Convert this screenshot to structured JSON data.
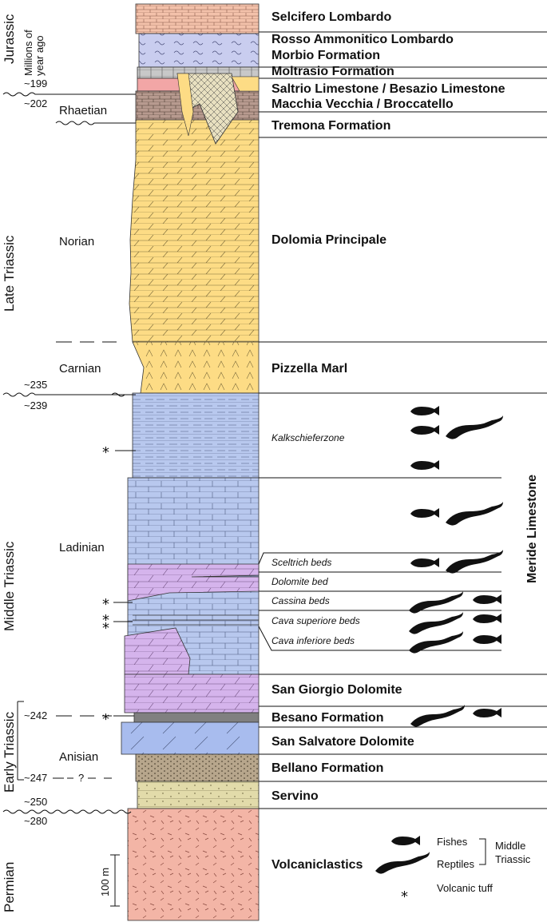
{
  "header": {
    "axis_label_line1": "Millions of",
    "axis_label_line2": "year ago",
    "jurassic": "Jurassic"
  },
  "periods": {
    "late_triassic": "Late Triassic",
    "middle_triassic": "Middle Triassic",
    "early_triassic": "Early Triassic",
    "permian": "Permian"
  },
  "stages": {
    "rhaetian": "Rhaetian",
    "norian": "Norian",
    "carnian": "Carnian",
    "ladinian": "Ladinian",
    "anisian": "Anisian"
  },
  "ages": {
    "a199": "~199",
    "a202": "~202",
    "a235": "~235",
    "a239": "~239",
    "a242": "~242",
    "a247": "~247",
    "a247_query": "?",
    "a250": "~250",
    "a280": "~280"
  },
  "formations": {
    "selcifero": "Selcifero Lombardo",
    "rosso_1": "Rosso Ammonitico Lombardo",
    "rosso_2": "Morbio Formation",
    "moltrasio": "Moltrasio Formation",
    "saltrio": "Saltrio Limestone / Besazio Limestone",
    "macchia": "Macchia Vecchia / Broccatello",
    "tremona": "Tremona Formation",
    "dolomia": "Dolomia Principale",
    "pizzella": "Pizzella Marl",
    "san_giorgio": "San Giorgio Dolomite",
    "besano": "Besano Formation",
    "san_salvatore": "San Salvatore Dolomite",
    "bellano": "Bellano Formation",
    "servino": "Servino",
    "volcaniclastics": "Volcaniclastics"
  },
  "meride_units": {
    "kalkschieferzone": "Kalkschieferzone",
    "sceltrich": "Sceltrich beds",
    "dolomite_bed": "Dolomite bed",
    "cassina": "Cassina beds",
    "cava_sup": "Cava superiore beds",
    "cava_inf": "Cava inferiore beds",
    "group_label": "Meride Limestone"
  },
  "scale_bar": {
    "label": "100 m"
  },
  "legend": {
    "fishes": "Fishes",
    "reptiles": "Reptiles",
    "bracket_line1": "Middle",
    "bracket_line2": "Triassic",
    "tuff": "Volcanic tuff",
    "star": "*"
  },
  "colors": {
    "selcifero": "#f3c1aa",
    "rosso": "#c9cdef",
    "moltrasio": "#c8c8c8",
    "saltrio": "#f2a6a6",
    "macchia": "#b79a8f",
    "dolomia": "#fddc85",
    "meride": "#b8c8ee",
    "dolomite_purple": "#d5b4ec",
    "besano": "#808080",
    "san_salvatore": "#a8bcee",
    "bellano": "#b7a68c",
    "servino": "#e2dbaa",
    "volcaniclastics": "#f3b5a6"
  }
}
